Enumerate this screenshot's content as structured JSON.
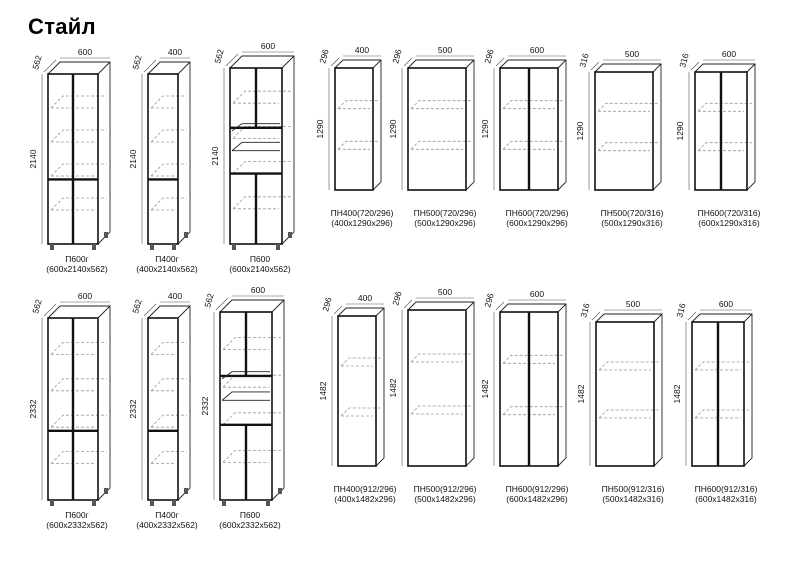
{
  "title": "Стайл",
  "cabinets": [
    {
      "id": "p600g-2140",
      "kind": "glass-tall",
      "doors": 2,
      "row": 0,
      "width": "600",
      "depth": "562",
      "height": "2140",
      "code": "П600г",
      "size": "(600x2140x562)"
    },
    {
      "id": "p400g-2140",
      "kind": "glass-tall",
      "doors": 1,
      "row": 0,
      "width": "400",
      "depth": "562",
      "height": "2140",
      "code": "П400г",
      "size": "(400x2140x562)"
    },
    {
      "id": "p600-2140",
      "kind": "oven",
      "doors": 2,
      "row": 0,
      "width": "600",
      "depth": "562",
      "height": "2140",
      "code": "П600",
      "size": "(600x2140x562)"
    },
    {
      "id": "pn400-720-296",
      "kind": "wall",
      "doors": 1,
      "row": 0,
      "width": "400",
      "depth": "296",
      "height": "1290",
      "code": "ПН400(720/296)",
      "size": "(400x1290x296)"
    },
    {
      "id": "pn500-720-296",
      "kind": "wall",
      "doors": 1,
      "row": 0,
      "width": "500",
      "depth": "296",
      "height": "1290",
      "code": "ПН500(720/296)",
      "size": "(500x1290x296)"
    },
    {
      "id": "pn600-720-296",
      "kind": "wall",
      "doors": 2,
      "row": 0,
      "width": "600",
      "depth": "296",
      "height": "1290",
      "code": "ПН600(720/296)",
      "size": "(600x1290x296)"
    },
    {
      "id": "pn500-720-316",
      "kind": "wall",
      "doors": 1,
      "row": 0,
      "width": "500",
      "depth": "316",
      "height": "1290",
      "code": "ПН500(720/316)",
      "size": "(500x1290x316)"
    },
    {
      "id": "pn600-720-316",
      "kind": "wall",
      "doors": 2,
      "row": 0,
      "width": "600",
      "depth": "316",
      "height": "1290",
      "code": "ПН600(720/316)",
      "size": "(600x1290x316)"
    },
    {
      "id": "p600g-2332",
      "kind": "glass-tall",
      "doors": 2,
      "row": 1,
      "width": "600",
      "depth": "562",
      "height": "2332",
      "code": "П600г",
      "size": "(600x2332x562)"
    },
    {
      "id": "p400g-2332",
      "kind": "glass-tall",
      "doors": 1,
      "row": 1,
      "width": "400",
      "depth": "562",
      "height": "2332",
      "code": "П400г",
      "size": "(400x2332x562)"
    },
    {
      "id": "p600-2332",
      "kind": "oven",
      "doors": 2,
      "row": 1,
      "width": "600",
      "depth": "562",
      "height": "2332",
      "code": "П600",
      "size": "(600x2332x562)"
    },
    {
      "id": "pn400-912-296",
      "kind": "wall",
      "doors": 1,
      "row": 1,
      "width": "400",
      "depth": "296",
      "height": "1482",
      "code": "ПН400(912/296)",
      "size": "(400x1482x296)"
    },
    {
      "id": "pn500-912-296",
      "kind": "wall",
      "doors": 1,
      "row": 1,
      "width": "500",
      "depth": "296",
      "height": "1482",
      "code": "ПН500(912/296)",
      "size": "(500x1482x296)"
    },
    {
      "id": "pn600-912-296",
      "kind": "wall",
      "doors": 2,
      "row": 1,
      "width": "600",
      "depth": "296",
      "height": "1482",
      "code": "ПН600(912/296)",
      "size": "(600x1482x296)"
    },
    {
      "id": "pn500-912-316",
      "kind": "wall",
      "doors": 1,
      "row": 1,
      "width": "500",
      "depth": "316",
      "height": "1482",
      "code": "ПН500(912/316)",
      "size": "(500x1482x316)"
    },
    {
      "id": "pn600-912-316",
      "kind": "wall",
      "doors": 2,
      "row": 1,
      "width": "600",
      "depth": "316",
      "height": "1482",
      "code": "ПН600(912/316)",
      "size": "(600x1482x316)"
    }
  ]
}
